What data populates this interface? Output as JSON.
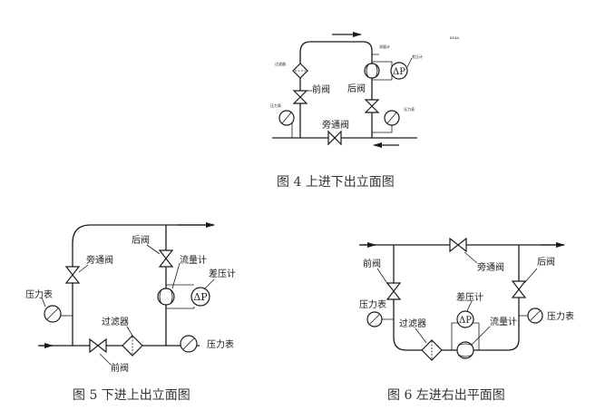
{
  "fig4": {
    "caption": "图 4 上进下出立面图",
    "label_code": "KMA",
    "label_filter": "过滤器",
    "label_flowmeter": "流量计",
    "label_diffp": "差压计",
    "label_front_valve": "前阀",
    "label_back_valve": "后阀",
    "label_gauge_left": "压力表",
    "label_gauge_right": "压力表",
    "label_bypass": "旁通阀",
    "dp_symbol": "ΔP"
  },
  "fig5": {
    "caption": "图 5 下进上出立面图",
    "label_back_valve": "后阀",
    "label_bypass": "旁通阀",
    "label_flowmeter": "流量计",
    "label_diffp": "差压计",
    "label_gauge_left": "压力表",
    "label_filter": "过滤器",
    "label_gauge_right": "压力表",
    "label_front_valve": "前阀",
    "dp_symbol": "ΔP"
  },
  "fig6": {
    "caption": "图 6 左进右出平面图",
    "label_front_valve": "前阀",
    "label_bypass": "旁通阀",
    "label_back_valve": "后阀",
    "label_gauge_left": "压力表",
    "label_diffp": "差压计",
    "label_filter": "过滤器",
    "label_flowmeter": "流量计",
    "label_gauge_right": "压力表",
    "dp_symbol": "ΔP"
  }
}
